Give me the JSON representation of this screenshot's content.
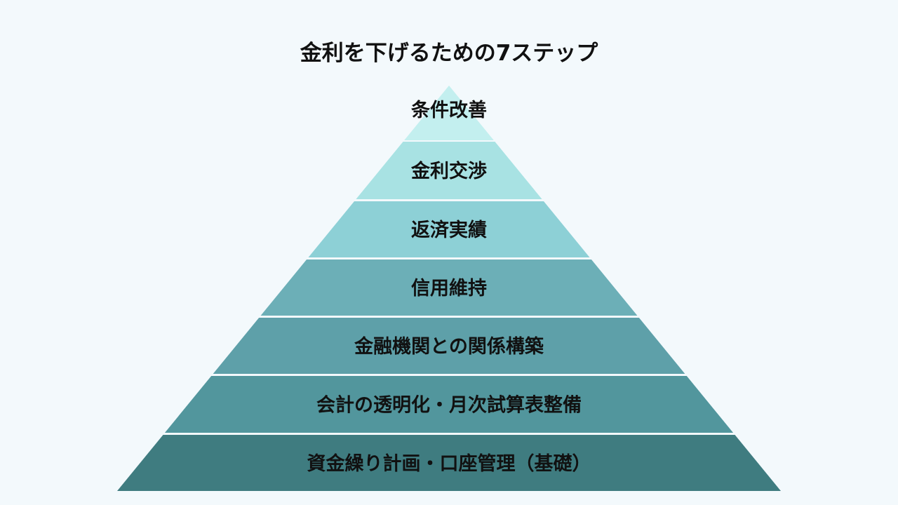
{
  "title": "金利を下げるための7ステップ",
  "layers": [
    {
      "label": "条件改善",
      "color": "#c3efef"
    },
    {
      "label": "金利交渉",
      "color": "#a8e2e3"
    },
    {
      "label": "返済実績",
      "color": "#8dd0d6"
    },
    {
      "label": "信用維持",
      "color": "#6cafb7"
    },
    {
      "label": "金融機関との関係構築",
      "color": "#5ea0a9"
    },
    {
      "label": "会計の透明化・月次試算表整備",
      "color": "#52969d"
    },
    {
      "label": "資金繰り計画・口座管理（基礎）",
      "color": "#3f7c80"
    }
  ]
}
